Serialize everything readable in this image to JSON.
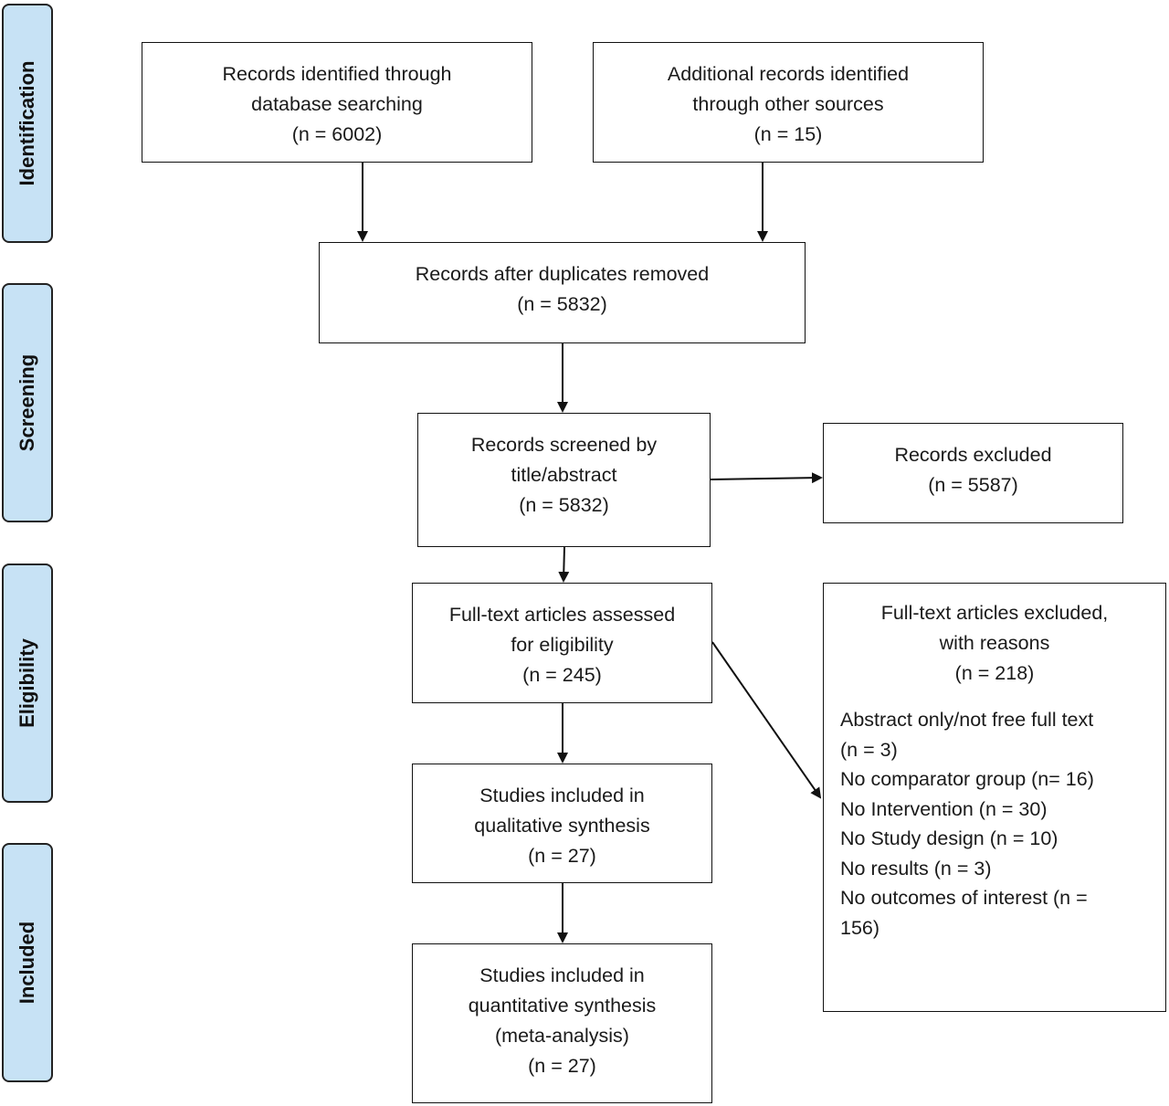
{
  "phases": {
    "identification": "Identification",
    "screening": "Screening",
    "eligibility": "Eligibility",
    "included": "Included"
  },
  "boxes": {
    "database": {
      "line1": "Records identified through",
      "line2": "database searching",
      "line3": "(n =  6002)"
    },
    "other": {
      "line1": "Additional records identified",
      "line2": "through other sources",
      "line3": "(n = 15)"
    },
    "duplicates": {
      "line1": "Records after duplicates removed",
      "line2": "(n = 5832)"
    },
    "screened": {
      "line1": "Records screened by",
      "line2": "title/abstract",
      "line3": "(n = 5832)"
    },
    "excluded": {
      "line1": "Records excluded",
      "line2": "(n = 5587)"
    },
    "fulltext": {
      "line1": "Full-text articles assessed",
      "line2": "for eligibility",
      "line3": "(n = 245)"
    },
    "fulltext_excluded": {
      "line1": "Full-text articles excluded,",
      "line2": "with reasons",
      "line3": "(n = 218)",
      "reasons": [
        "Abstract only/not free full text",
        "(n = 3)",
        "No comparator group (n= 16)",
        "No Intervention (n = 30)",
        "No Study design (n = 10)",
        "No results (n = 3)",
        "No outcomes of interest (n =",
        "156)"
      ]
    },
    "qualitative": {
      "line1": "Studies included in",
      "line2": "qualitative synthesis",
      "line3": "(n = 27)"
    },
    "quantitative": {
      "line1": "Studies included in",
      "line2": "quantitative synthesis",
      "line3": "(meta-analysis)",
      "line4": "(n = 27)"
    }
  },
  "colors": {
    "phase_fill": "#c7e2f5",
    "border": "#111111"
  }
}
